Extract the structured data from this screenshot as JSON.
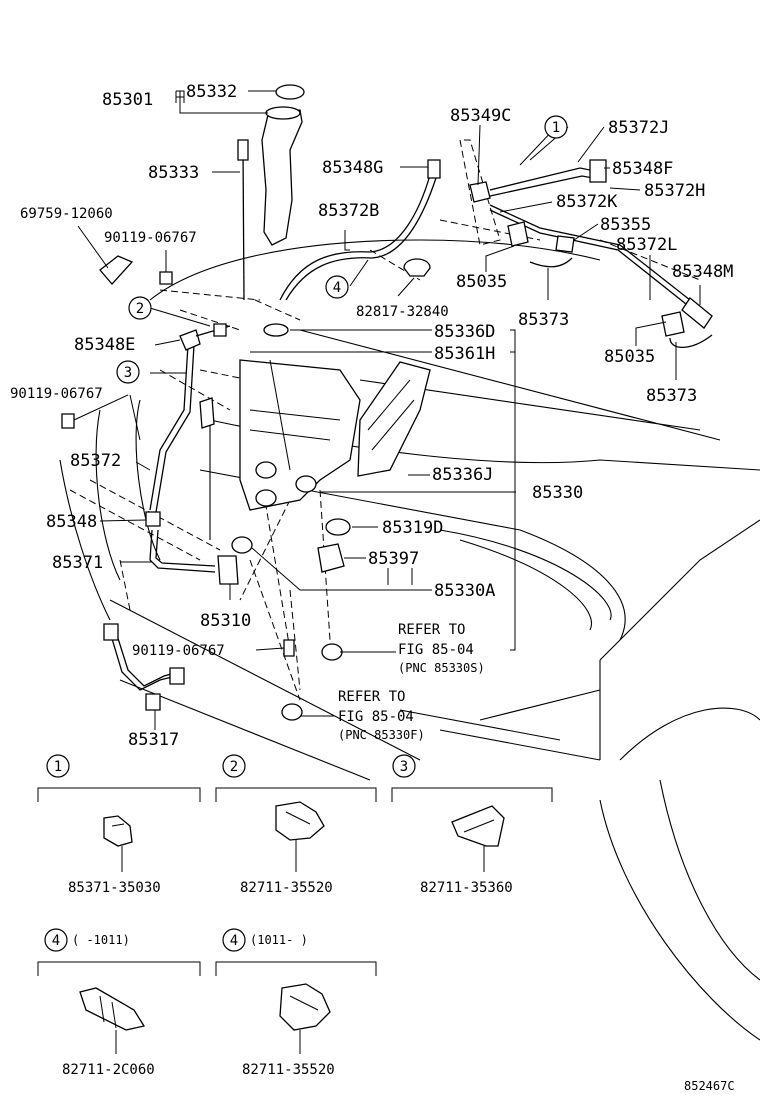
{
  "callouts": {
    "c85301": "85301",
    "c85332": "85332",
    "c85333": "85333",
    "c69759": "69759-12060",
    "c90119a": "90119-06767",
    "c85372B": "85372B",
    "c85348G": "85348G",
    "c85349C": "85349C",
    "c85372J": "85372J",
    "c85348F": "85348F",
    "c85372H": "85372H",
    "c85372K": "85372K",
    "c85355": "85355",
    "c85372L": "85372L",
    "c85348M": "85348M",
    "c85035a": "85035",
    "c85373a": "85373",
    "c85035b": "85035",
    "c85373b": "85373",
    "c82817": "82817-32840",
    "c85348E": "85348E",
    "c85336D": "85336D",
    "c85361H": "85361H",
    "c90119b": "90119-06767",
    "c85372": "85372",
    "c85336J": "85336J",
    "c85330": "85330",
    "c85348": "85348",
    "c85319D": "85319D",
    "c85371": "85371",
    "c85397": "85397",
    "c85330A": "85330A",
    "c85310": "85310",
    "c90119c": "90119-06767",
    "c85317": "85317"
  },
  "refs": {
    "r1_line1": "REFER TO",
    "r1_line2": "FIG 85-04",
    "r1_line3": "(PNC 85330S)",
    "r2_line1": "REFER TO",
    "r2_line2": "FIG 85-04",
    "r2_line3": "(PNC 85330F)"
  },
  "circle_marks": {
    "m1": "1",
    "m2": "2",
    "m3": "3",
    "m4": "4"
  },
  "details": [
    {
      "mark": "1",
      "range": "",
      "part": "85371-35030"
    },
    {
      "mark": "2",
      "range": "",
      "part": "82711-35520"
    },
    {
      "mark": "3",
      "range": "",
      "part": "82711-35360"
    },
    {
      "mark": "4",
      "range": "(      -1011)",
      "part": "82711-2C060"
    },
    {
      "mark": "4",
      "range": "(1011-      )",
      "part": "82711-35520"
    }
  ],
  "figure_code": "852467C"
}
